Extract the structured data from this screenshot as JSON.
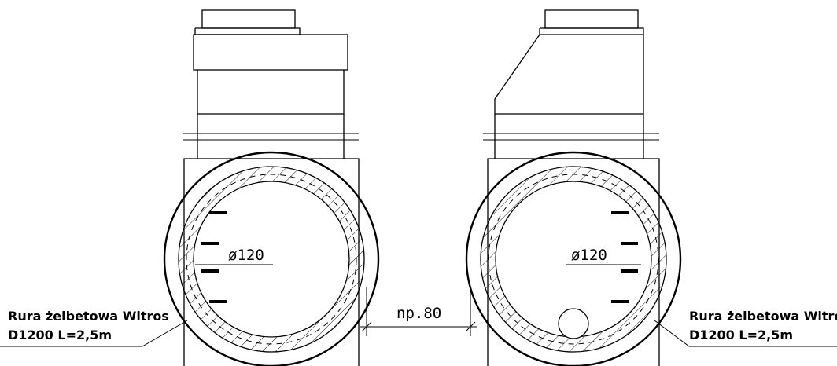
{
  "left_well": {
    "diameter_label": "ø120",
    "pipe_label_line1": "Rura żelbetowa Witros",
    "pipe_label_line2": "D1200 L=2,5m"
  },
  "right_well": {
    "diameter_label": "ø120",
    "pipe_label_line1": "Rura żelbetowa Witros",
    "pipe_label_line2": "D1200 L=2,5m"
  },
  "spacing_dimension": "np.80"
}
